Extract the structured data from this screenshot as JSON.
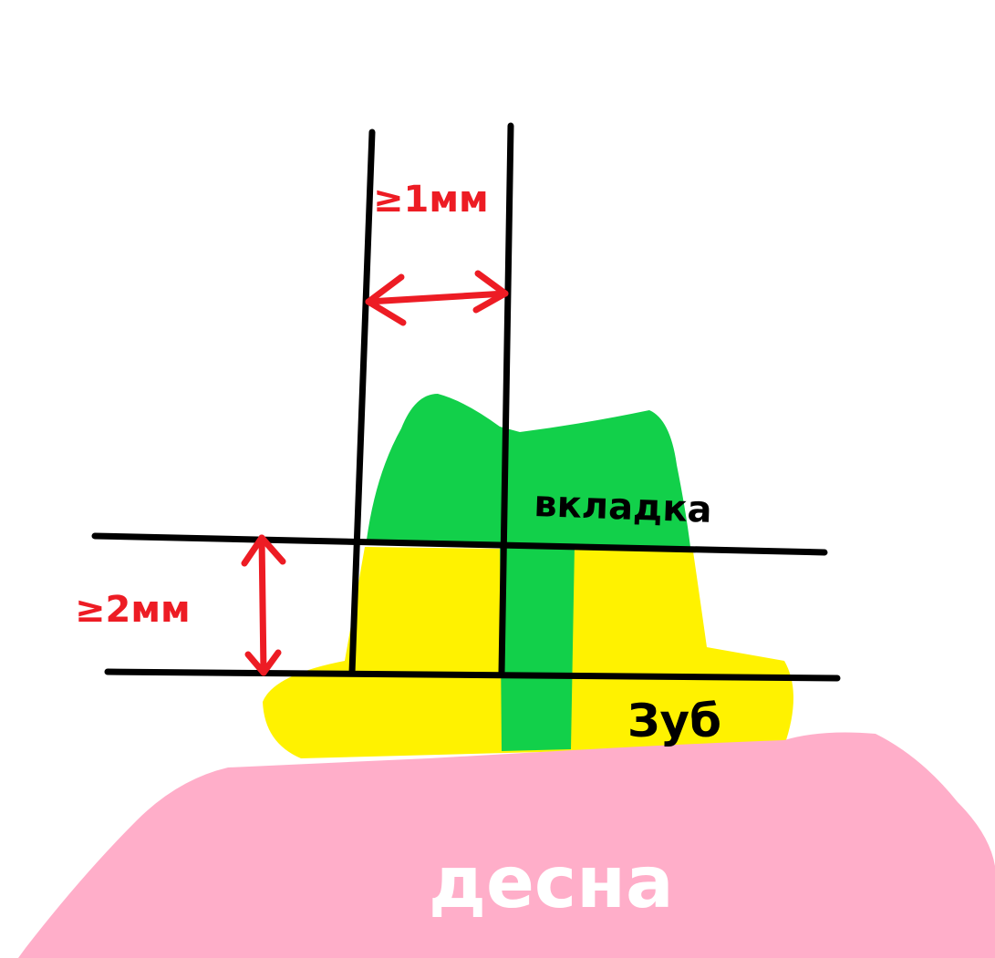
{
  "labels": {
    "width_note": "≥1мм",
    "height_note": "≥2мм",
    "inlay": "вкладка",
    "tooth": "Зуб",
    "gum": "десна"
  },
  "colors": {
    "background": "#ffffff",
    "inlay": "#12d04a",
    "tooth": "#fff200",
    "gum": "#ffaec9",
    "lines": "#000000",
    "dimension": "#ed1c24",
    "gum_text": "#ffffff"
  }
}
